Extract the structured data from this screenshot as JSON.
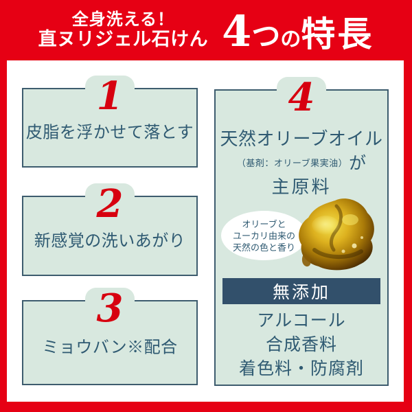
{
  "header": {
    "line1": "全身洗える！",
    "line2": "直ヌリジェル石けん",
    "features_title": {
      "num": "4",
      "tsu": "つ",
      "no": "の",
      "main": "特長"
    }
  },
  "features": [
    {
      "num": "1",
      "text": "皮脂を浮かせて落とす"
    },
    {
      "num": "2",
      "text": "新感覚の洗いあがり"
    },
    {
      "num": "3",
      "text": "ミョウバン※配合"
    }
  ],
  "feature4": {
    "num": "4",
    "title_main": "天然オリーブオイル",
    "title_sub": "（基剤：オリーブ果実油）",
    "title_ga": "が",
    "title_line2": "主原料",
    "bubble": [
      "オリーブと",
      "ユーカリ由来の",
      "天然の色と香り"
    ],
    "additive_free_label": "無添加",
    "additive_list": [
      "アルコール",
      "合成香料",
      "着色料・防腐剤"
    ]
  },
  "colors": {
    "frame_red": "#e60014",
    "numeral_red": "#d7000f",
    "box_mint": "#d8e8df",
    "box_border_navy": "#3d5c6e",
    "text_navy": "#2f5a72",
    "badge_navy": "#32506b",
    "gel_amber": "#c8960a"
  }
}
